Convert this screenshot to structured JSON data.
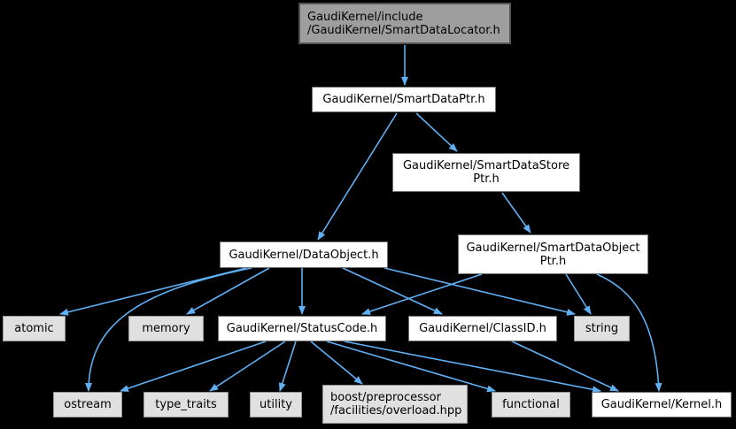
{
  "diagram": {
    "kind": "include-dependency-graph",
    "colors": {
      "background": "#000000",
      "arrow": "#5fb0f5",
      "linked_fill": "#ffffff",
      "linked_border": "#717171",
      "plain_fill": "#e0e0e0",
      "plain_border": "#949494",
      "current_fill": "#9e9e9e",
      "current_border": "#545454",
      "text": "#000000"
    },
    "nodes": [
      {
        "id": "smartdatalocator",
        "kind": "current",
        "align": "left",
        "lines": [
          "GaudiKernel/include",
          "/GaudiKernel/SmartDataLocator.h"
        ]
      },
      {
        "id": "smartdataptr",
        "kind": "linked",
        "align": "center",
        "lines": [
          "GaudiKernel/SmartDataPtr.h"
        ]
      },
      {
        "id": "smartdatastoreptr",
        "kind": "linked",
        "align": "center",
        "lines": [
          "GaudiKernel/SmartDataStore",
          "Ptr.h"
        ]
      },
      {
        "id": "dataobject",
        "kind": "linked",
        "align": "center",
        "lines": [
          "GaudiKernel/DataObject.h"
        ]
      },
      {
        "id": "smartdataobjectptr",
        "kind": "linked",
        "align": "center",
        "lines": [
          "GaudiKernel/SmartDataObject",
          "Ptr.h"
        ]
      },
      {
        "id": "atomic",
        "kind": "plain",
        "align": "center",
        "lines": [
          "atomic"
        ]
      },
      {
        "id": "memory",
        "kind": "plain",
        "align": "center",
        "lines": [
          "memory"
        ]
      },
      {
        "id": "statuscode",
        "kind": "linked",
        "align": "center",
        "lines": [
          "GaudiKernel/StatusCode.h"
        ]
      },
      {
        "id": "classid",
        "kind": "linked",
        "align": "center",
        "lines": [
          "GaudiKernel/ClassID.h"
        ]
      },
      {
        "id": "string",
        "kind": "plain",
        "align": "center",
        "lines": [
          "string"
        ]
      },
      {
        "id": "ostream",
        "kind": "plain",
        "align": "center",
        "lines": [
          "ostream"
        ]
      },
      {
        "id": "type_traits",
        "kind": "plain",
        "align": "center",
        "lines": [
          "type_traits"
        ]
      },
      {
        "id": "utility",
        "kind": "plain",
        "align": "center",
        "lines": [
          "utility"
        ]
      },
      {
        "id": "boost_overload",
        "kind": "plain",
        "align": "left",
        "lines": [
          "boost/preprocessor",
          "/facilities/overload.hpp"
        ]
      },
      {
        "id": "functional",
        "kind": "plain",
        "align": "center",
        "lines": [
          "functional"
        ]
      },
      {
        "id": "kernel",
        "kind": "linked",
        "align": "center",
        "lines": [
          "GaudiKernel/Kernel.h"
        ]
      }
    ],
    "edges": [
      {
        "from": "smartdatalocator",
        "to": "smartdataptr"
      },
      {
        "from": "smartdataptr",
        "to": "dataobject"
      },
      {
        "from": "smartdataptr",
        "to": "smartdatastoreptr"
      },
      {
        "from": "smartdatastoreptr",
        "to": "smartdataobjectptr"
      },
      {
        "from": "dataobject",
        "to": "atomic"
      },
      {
        "from": "dataobject",
        "to": "memory"
      },
      {
        "from": "dataobject",
        "to": "statuscode"
      },
      {
        "from": "dataobject",
        "to": "classid"
      },
      {
        "from": "dataobject",
        "to": "string"
      },
      {
        "from": "dataobject",
        "to": "ostream"
      },
      {
        "from": "smartdataobjectptr",
        "to": "statuscode"
      },
      {
        "from": "smartdataobjectptr",
        "to": "string"
      },
      {
        "from": "smartdataobjectptr",
        "to": "kernel"
      },
      {
        "from": "statuscode",
        "to": "ostream"
      },
      {
        "from": "statuscode",
        "to": "type_traits"
      },
      {
        "from": "statuscode",
        "to": "utility"
      },
      {
        "from": "statuscode",
        "to": "boost_overload"
      },
      {
        "from": "statuscode",
        "to": "functional"
      },
      {
        "from": "statuscode",
        "to": "kernel"
      },
      {
        "from": "classid",
        "to": "kernel"
      }
    ]
  }
}
